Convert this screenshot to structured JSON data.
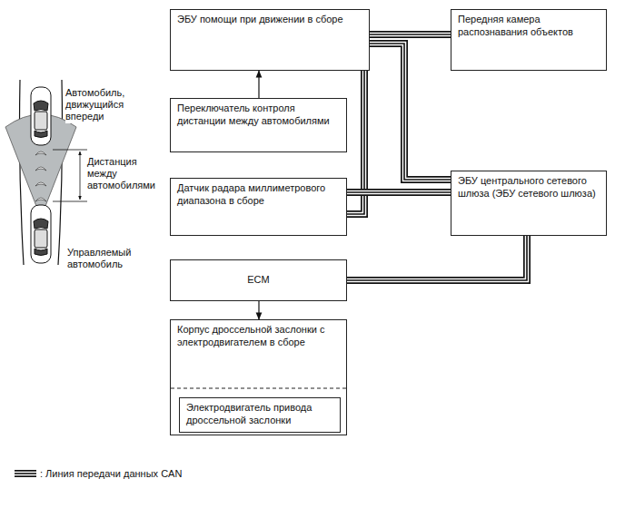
{
  "diagram": {
    "nodes": [
      {
        "text": [
          "ЭБУ помощи при движении в сборе"
        ]
      },
      {
        "text": [
          "Передняя камера распознавания объектов"
        ]
      },
      {
        "text": [
          "Переключатель контроля дистанции между автомобилями"
        ]
      },
      {
        "text": [
          "Датчик радара миллиметрового диапазона в сборе"
        ]
      },
      {
        "text": [
          "ЭБУ центрального сетевого шлюза (ЭБУ сетевого шлюза)"
        ]
      },
      {
        "text": [
          "ECM"
        ]
      },
      {
        "text": [
          "Корпус дроссельной заслонки с электродвигателем в сборе"
        ]
      },
      {
        "text": [
          "Электродвигатель привода дроссельной заслонки"
        ],
        "in": 6
      }
    ],
    "edges": [
      {
        "from": 2,
        "to": 0,
        "arrow": "to"
      },
      {
        "from": 5,
        "to": 6,
        "arrow": "to"
      },
      {
        "from": 0,
        "to": 1,
        "arrow": "none"
      },
      {
        "from": 0,
        "to": 4,
        "arrow": "none"
      },
      {
        "from": 3,
        "to": 0,
        "arrow": "none"
      },
      {
        "from": 3,
        "to": 4,
        "arrow": "none"
      },
      {
        "from": 5,
        "to": 4,
        "arrow": "none"
      }
    ],
    "labels": [
      "Автомобиль, движущийся впереди",
      "Дистанция между автомобилями",
      "Управляемый автомобиль"
    ],
    "legend": [
      {
        "text": ": Линия передачи данных CAN"
      }
    ]
  }
}
